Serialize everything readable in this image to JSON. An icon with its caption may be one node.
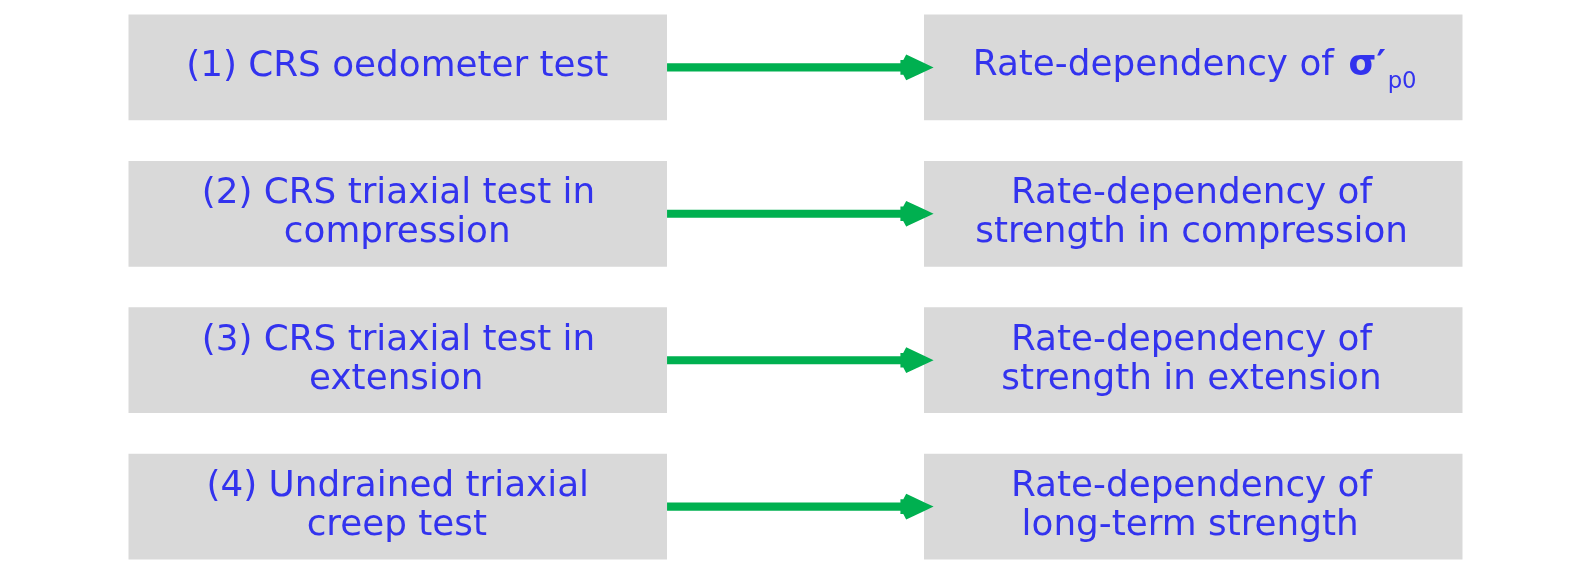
{
  "diagram": {
    "nodes": [
      {
        "text": [
          "(1) CRS oedometer test"
        ]
      },
      {
        "text": [
          "Rate-dependency of **σ′**$_{p0}$"
        ]
      },
      {
        "text": [
          "(2) CRS triaxial test in compression"
        ]
      },
      {
        "text": [
          "Rate-dependency of strength in compression"
        ]
      },
      {
        "text": [
          "(3) CRS triaxial test in extension"
        ]
      },
      {
        "text": [
          "Rate-dependency of strength in extension"
        ]
      },
      {
        "text": [
          "(4) Undrained triaxial creep test"
        ]
      },
      {
        "text": [
          "Rate-dependency of long-term strength"
        ]
      }
    ],
    "edges": [
      {
        "from": 0,
        "to": 1,
        "arrow": "to"
      },
      {
        "from": 2,
        "to": 3,
        "arrow": "to"
      },
      {
        "from": 4,
        "to": 5,
        "arrow": "to"
      },
      {
        "from": 6,
        "to": 7,
        "arrow": "to"
      }
    ]
  }
}
